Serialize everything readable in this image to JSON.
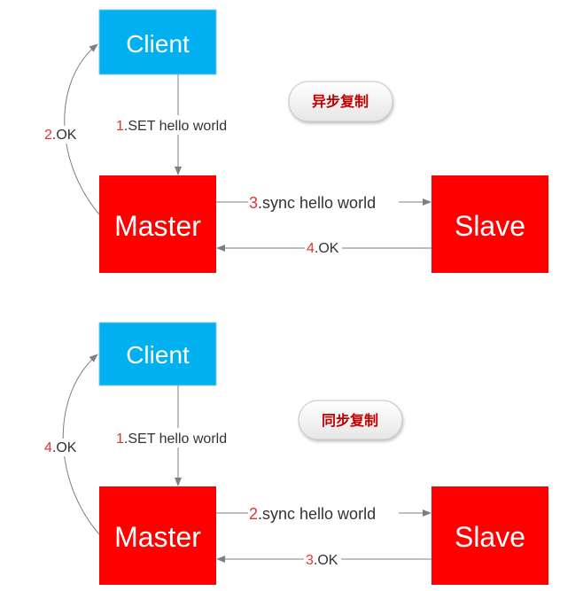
{
  "colors": {
    "client": "#00b0f0",
    "master": "#ff0000",
    "slave": "#ff0000",
    "arrow": "#7f7f7f",
    "step_number": "#e53333",
    "label_text": "#333333",
    "pill_text": "#c00000"
  },
  "diagrams": [
    {
      "mode": "异步复制",
      "client": "Client",
      "master": "Master",
      "slave": "Slave",
      "steps": [
        {
          "num": "1",
          "text": ".SET hello world"
        },
        {
          "num": "2",
          "text": ".OK"
        },
        {
          "num": "3",
          "text": ".sync hello world"
        },
        {
          "num": "4",
          "text": ".OK"
        }
      ]
    },
    {
      "mode": "同步复制",
      "client": "Client",
      "master": "Master",
      "slave": "Slave",
      "steps": [
        {
          "num": "1",
          "text": ".SET hello world"
        },
        {
          "num": "4",
          "text": ".OK"
        },
        {
          "num": "2",
          "text": ".sync hello world"
        },
        {
          "num": "3",
          "text": ".OK"
        }
      ]
    }
  ]
}
